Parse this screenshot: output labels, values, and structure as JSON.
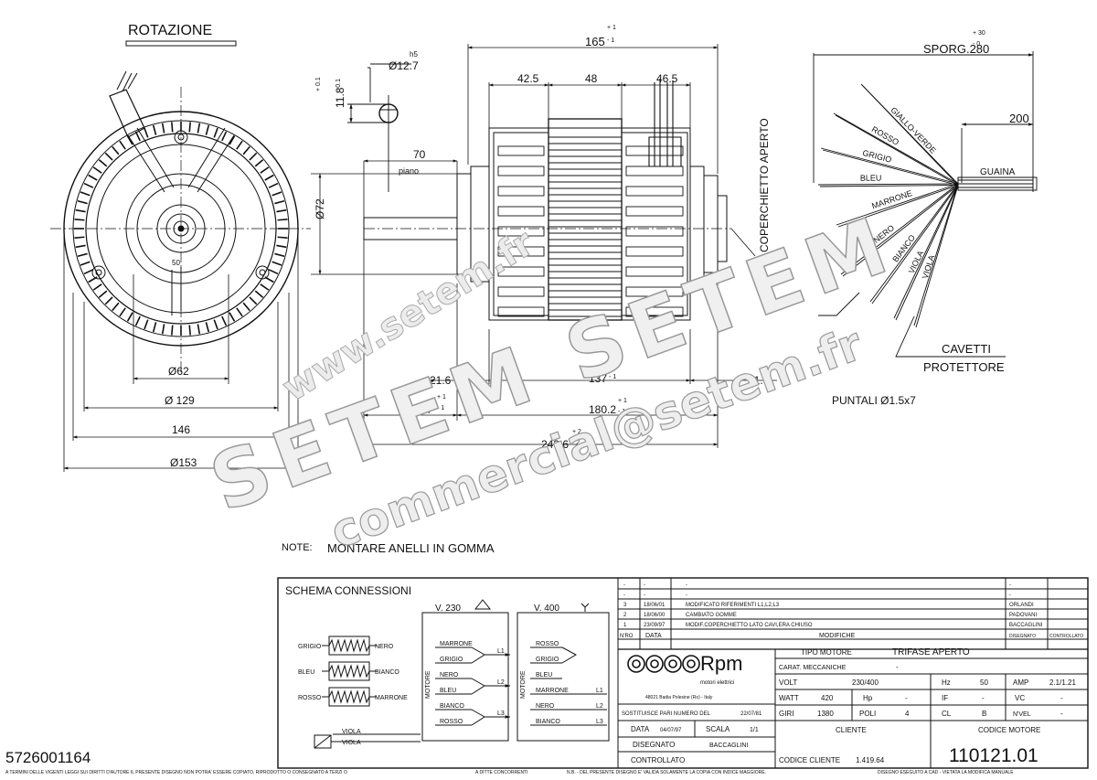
{
  "drawing": {
    "rotation_label": "ROTAZIONE",
    "dims": {
      "h5": "h5",
      "shaft_dia": "Ø12.7",
      "tol_flat": "+ 0.1",
      "tol_flat2": "- 0.1",
      "flat": "11.8",
      "d70": "70",
      "piano": "piano",
      "d72": "Ø72",
      "d165": "165",
      "d165_tol": "+ 1",
      "d165_tol2": "- 1",
      "d42_5": "42.5",
      "d48": "48",
      "d46_5": "46.5",
      "d62": "Ø62",
      "d129": "Ø 129",
      "d146": "146",
      "d153": "Ø153",
      "d50": "50",
      "d21_6_l": "21.6",
      "d21_6_r": "21.6",
      "d137": "137",
      "d137_tol": "+ 1",
      "d137_tol2": "- 1",
      "d63_4": "63.4",
      "d63_4_tol": "+ 1",
      "d63_4_tol2": "- 1",
      "d180_2": "180.2",
      "d180_2_tol": "+ 1",
      "d180_2_tol2": "- 1",
      "d243_6": "243.6",
      "d243_6_tol": "+ 2",
      "d243_6_tol2": "- 2",
      "coperchietto": "COPERCHIETTO APERTO",
      "sporg": "SPORG.280",
      "sporg_tol": "+ 30",
      "sporg_tol2": "- 0",
      "d200": "200",
      "guaina": "GUAINA",
      "wires": [
        "GIALLO-VERDE",
        "ROSSO",
        "GRIGIO",
        "BLEU",
        "MARRONE",
        "NERO",
        "BIANCO",
        "VIOLA",
        "VIOLA"
      ],
      "cavetti": "CAVETTI",
      "protettore": "PROTETTORE",
      "puntali": "PUNTALI Ø1.5x7"
    },
    "note_label": "NOTE:",
    "note_text": "MONTARE ANELLI IN GOMMA",
    "watermark_1": "www.setem.fr",
    "watermark_2": "SETEM SETEM",
    "watermark_3": "commercial@setem.fr"
  },
  "schema": {
    "title": "SCHEMA CONNESSIONI",
    "v230": "V. 230",
    "v400": "V. 400",
    "motore": "MOTORE",
    "left_labels": [
      "GRIGIO",
      "BLEU",
      "ROSSO"
    ],
    "right_labels": [
      "NERO",
      "BIANCO",
      "MARRONE"
    ],
    "v230_wires": [
      "MARRONE",
      "GRIGIO",
      "NERO",
      "BLEU",
      "BIANCO",
      "ROSSO"
    ],
    "v400_wires": [
      "ROSSO",
      "GRIGIO",
      "BLEU",
      "MARRONE",
      "NERO",
      "BIANCO"
    ],
    "lines": [
      "L1",
      "L2",
      "L3"
    ],
    "viola_top": "VIOLA",
    "viola_box": "VIOLA"
  },
  "revisions": {
    "rows": [
      {
        "no": "-",
        "date": "-",
        "desc": "-",
        "who": "-"
      },
      {
        "no": "-",
        "date": "-",
        "desc": "-",
        "who": "-"
      },
      {
        "no": "3",
        "date": "18/06/01",
        "desc": "MODIFICATO RIFERIMENTI L1,L2,L3",
        "who": "ORLANDI"
      },
      {
        "no": "2",
        "date": "18/06/00",
        "desc": "CAMBIATO GOMME",
        "who": "PADOVANI"
      },
      {
        "no": "1",
        "date": "23/09/97",
        "desc": "MODIF.COPERCHIETTO LATO CAVI,ERA CHIUSO",
        "who": "BACCAGLINI"
      }
    ],
    "h_no": "N'RO",
    "h_date": "DATA",
    "h_mods": "MODIFICHE",
    "h_designer": "DISEGNATO",
    "h_checked": "CONTROLLATO"
  },
  "titleblock": {
    "logo": "Rpm",
    "logo_sub": "motori elettrici",
    "address": "48021 Badia Polesine (Ro) - Italy",
    "sostituisce": "SOSTITUISCE PARI NUMERO DEL",
    "sostituisce_val": "22/07/81",
    "data_label": "DATA",
    "data_val": "04/07/97",
    "scala_label": "SCALA",
    "scala_val": "1/1",
    "disegnato_label": "DISEGNATO",
    "disegnato_val": "BACCAGLINI",
    "controllato_label": "CONTROLLATO",
    "tipo_label": "TIPO MOTORE",
    "tipo_val": "TRIFASE APERTO",
    "carat_label": "CARAT. MECCANICHE",
    "carat_val": "-",
    "volt_label": "VOLT",
    "volt_val": "230/400",
    "hz_label": "Hz",
    "hz_val": "50",
    "amp_label": "AMP",
    "amp_val": "2.1/1.21",
    "watt_label": "WATT",
    "watt_val": "420",
    "hp_label": "Hp",
    "hp_val": "-",
    "if_label": "IF",
    "if_val": "-",
    "vc_label": "VC",
    "vc_val": "-",
    "giri_label": "GIRI",
    "giri_val": "1380",
    "poli_label": "POLI",
    "poli_val": "4",
    "cl_label": "CL",
    "cl_val": "B",
    "nvel_label": "N'VEL",
    "nvel_val": "-",
    "cliente_label": "CLIENTE",
    "codice_cliente_label": "CODICE CLIENTE",
    "codice_cliente_val": "1.419.64",
    "codice_motore_label": "CODICE MOTORE",
    "codice_motore_val": "110121.01",
    "part_number": "5726001164"
  },
  "footer": {
    "f1": "A TERMINI DELLE VIGENTI LEGGI SUI DIRITTI D'AUTORE IL PRESENTE DISEGNO NON POTRA' ESSERE COPIATO, RIPRODOTTO O CONSEGNATO A TERZI O",
    "f2": "A DITTE CONCORRENTI",
    "f3": "N.B. - DEL PRESENTE DISEGNO E' VALIDA SOLAMENTE LA COPIA CON INDICE MAGGIORE.",
    "f4": "DISEGNO ESEGUITO A CAD - VIETATA LA MODIFICA MANUALE"
  }
}
